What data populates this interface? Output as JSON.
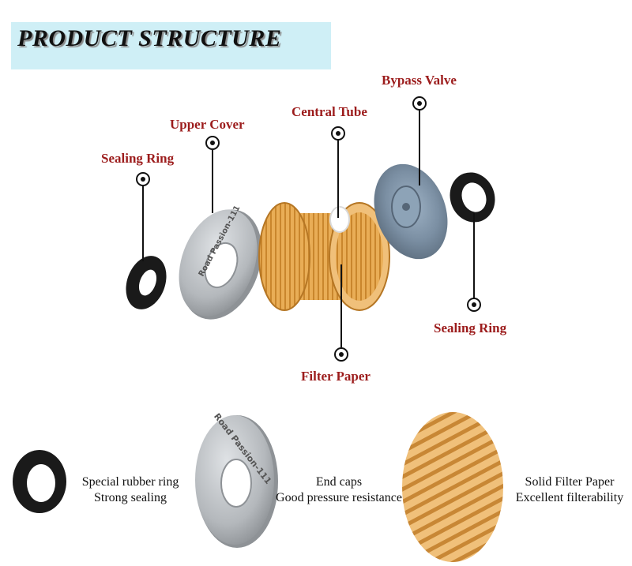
{
  "header": {
    "title": "PRODUCT STRUCTURE"
  },
  "diagram": {
    "labels": {
      "sealing_ring_left": "Sealing Ring",
      "upper_cover": "Upper Cover",
      "central_tube": "Central Tube",
      "bypass_valve": "Bypass Valve",
      "sealing_ring_right": "Sealing Ring",
      "filter_paper": "Filter Paper"
    },
    "cover_engraving": "Road Passion-111"
  },
  "features": [
    {
      "line1": "Special rubber ring",
      "line2": "Strong sealing"
    },
    {
      "line1": "End caps",
      "line2": "Good pressure resistance"
    },
    {
      "line1": "Solid Filter Paper",
      "line2": "Excellent filterability"
    }
  ],
  "colors": {
    "label_red": "#9c1c1c",
    "banner_bg": "#cfeff6",
    "filter_orange": "#e8a94f",
    "metal_gray": "#b9bdc1",
    "rubber_black": "#1a1a1a"
  }
}
